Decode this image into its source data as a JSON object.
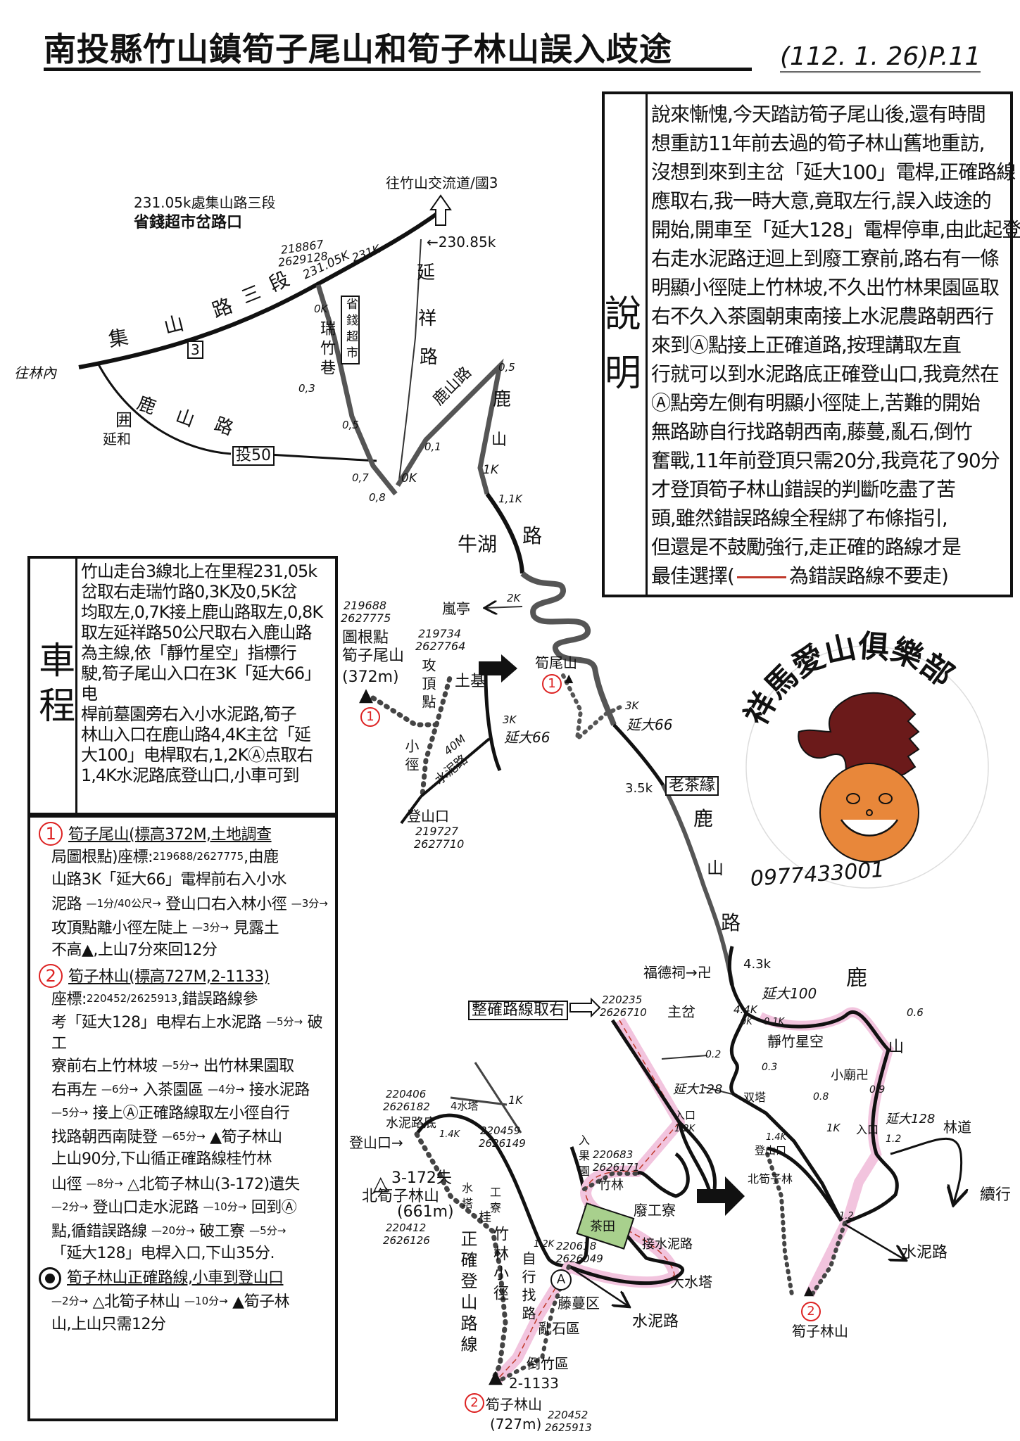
{
  "header": {
    "title": "南投縣竹山鎮筍子尾山和筍子林山誤入歧途",
    "date_page": "(112. 1. 26)P.11"
  },
  "explanation": {
    "label": "說明",
    "lines": [
      "說來慚愧,今天踏訪筍子尾山後,還有時間",
      "想重訪11年前去過的筍子林山舊地重訪,",
      "沒想到來到主岔「延大100」電桿,正確路線",
      "應取右,我一時大意,竟取左行,誤入歧途的",
      "開始,開車至「延大128」電桿停車,由此起登",
      "右走水泥路迂迴上到廢工寮前,路右有一條",
      "明顯小徑陡上竹林坡,不久出竹林果園區取",
      "右不久入茶園朝東南接上水泥農路朝西行",
      "來到Ⓐ點接上正確道路,按理講取左直",
      "行就可以到水泥路底正確登山口,我竟然在",
      "Ⓐ點旁左側有明顯小徑陡上,苦難的開始",
      "無路跡自行找路朝西南,藤蔓,亂石,倒竹",
      "奮戰,11年前登頂只需20分,我竟花了90分",
      "才登頂筍子林山錯誤的判斷吃盡了苦",
      "頭,雖然錯誤路線全程綁了布條指引,",
      "但還是不鼓勵強行,走正確的路線才是",
      "最佳選擇(",
      "為錯誤路線不要走)"
    ]
  },
  "driving": {
    "label": "車程",
    "lines": [
      "竹山走台3線北上在里程231,05k",
      "岔取右走瑞竹路0,3K及0,5K岔",
      "均取左,0,7K接上鹿山路取左,0,8K",
      "取左延祥路50公尺取右入鹿山路",
      "為主線,依「靜竹星空」指標行",
      "駛,筍子尾山入口在3K「延大66」电",
      "桿前墓園旁右入小水泥路,筍子",
      "林山入口在鹿山路4,4K主岔「延",
      "大100」电桿取右,1,2KⒶ点取右",
      "1,4K水泥路底登山口,小車可到"
    ]
  },
  "routes": {
    "peak1_num": "1",
    "peak1_lines": [
      "筍子尾山(標高372M,土地調查",
      "局圖根點)座標:219688/2627775,由鹿",
      "山路3K「延大66」電桿前右入小水",
      "泥路 —1分/40公尺→ 登山口右入林小徑 —3分→",
      "攻頂點離小徑左陡上 —3分→ 見露土",
      "不高▲,上山7分來回12分"
    ],
    "peak2_num": "2",
    "peak2_lines": [
      "筍子林山(標高727M,2-1133)",
      "座標:220452/2625913,錯誤路線參",
      "考「延大128」电桿右上水泥路 —5分→ 破工",
      "寮前右上竹林坡 —5分→ 出竹林果園取",
      "右再左 —6分→ 入茶園區 —4分→ 接水泥路",
      "—5分→ 接上Ⓐ正確路線取左小徑自行",
      "找路朝西南陡登 —65分→ ▲筍子林山",
      "上山90分,下山循正確路線桂竹林",
      "山徑 —8分→ △北筍子林山(3-172)遺失",
      "—2分→ 登山口走水泥路 —10分→ 回到Ⓐ",
      "點,循錯誤路線 —20分→ 破工寮 —5分→",
      "「延大128」电桿入口,下山35分."
    ],
    "correct_lines": [
      "筍子林山正確路線,小車到登山口",
      "—2分→ △北筍子林山 —10分→ ▲筍子林",
      "山,上山只需12分"
    ]
  },
  "map_top": {
    "junction_line1": "231.05k處集山路三段",
    "junction_line2": "省錢超市岔路口",
    "to_interchange": "往竹山交流道/國3",
    "km_230_85": "←230.85k",
    "coord_a": "218867",
    "coord_b": "2629128",
    "km_231": "231K",
    "km_231_05": "231.05K",
    "road_jishan": [
      "集",
      "山",
      "路",
      "三",
      "段"
    ],
    "route_shield": "3",
    "to_linnei": "往林內",
    "road_lushan": [
      "鹿",
      "山",
      "路"
    ],
    "school_icon": "囲",
    "yanhe": "延和",
    "tou50": "投50",
    "zero_k": "0K",
    "ruizhu_lane": "瑞竹巷",
    "shengqian_store": "省錢超市",
    "yanxiang_road": [
      "延",
      "祥",
      "路"
    ],
    "k0_3": "0,3",
    "k0_5": "0,5",
    "k0_7": "0,7",
    "k0_8": "0,8",
    "k0": "0K",
    "k0_1": "0,1",
    "lushan_branch": "鹿山路",
    "k0_5b": "0,5",
    "lu": "鹿",
    "shan": "山",
    "k1": "1K",
    "k1_1": "1,1K",
    "niuhu": "牛湖",
    "lu2": "路"
  },
  "map_mid": {
    "lanting": "嵐亭",
    "k2": "2K",
    "coord1a": "219688",
    "coord1b": "2627775",
    "benchmark": "圖根點",
    "peak1_name": "筍子尾山",
    "peak1_elev": "(372m)",
    "peak1_marker": "1",
    "coord2a": "219734",
    "coord2b": "2627764",
    "summit_point": "攻頂點",
    "tomb": "土基",
    "k3": "3K",
    "pole66": "延大66",
    "path_label": "小徑",
    "m40": "40M",
    "cement_road": "水泥路",
    "peak1_short": "筍尾山",
    "peak1_short_marker": "1",
    "k3b": "3K",
    "pole66b": "延大66",
    "k3_5": "3.5k",
    "laochayuan": "老茶緣",
    "road_lushan": [
      "鹿",
      "山",
      "路"
    ],
    "trailhead": "登山口",
    "coord3a": "219727",
    "coord3b": "2627710"
  },
  "map_right": {
    "temple": "福德祠→卍",
    "k4_3": "4.3k",
    "pole100": "延大100",
    "k4_4": "4.4K",
    "k0": "0K",
    "k0_1": "0.1K",
    "correct_route_note": "整確路線取右",
    "coord_a": "220235",
    "coord_b": "2626710",
    "main_fork": "主岔",
    "jingzhu": "靜竹星空",
    "lu": "鹿",
    "k0_6": "0.6",
    "shan": "山",
    "k0_2": "0.2",
    "k0_3": "0.3",
    "small_temple": "小廟卍",
    "k0_9": "0.9",
    "twin_towers": "双塔",
    "k0_8": "0.8",
    "k1": "1K",
    "entrance": "入口",
    "pole128": "延大128",
    "k1_2": "1.2",
    "forest_road": "林道",
    "continue": "續行",
    "k1_4": "1.4K",
    "trailhead": "登山口",
    "north_peak": "北筍子林",
    "k1_2b": "1.2",
    "cement_road": "水泥路",
    "peak2": "筍子林山",
    "peak2_marker": "2"
  },
  "map_lower": {
    "coord_a1": "220406",
    "coord_a2": "2626182",
    "road_end": "水泥路底",
    "water_towers": "4水塔",
    "trailhead": "登山口→",
    "k1_4": "1.4K",
    "k1": "1K",
    "coord_b1": "220459",
    "coord_b2": "2626149",
    "lost_marker": "3-172失",
    "north_peak": "北筍子林山",
    "north_elev": "(661m)",
    "coord_c1": "220412",
    "coord_c2": "2626126",
    "water_tower": "水塔",
    "hut": "工寮",
    "gui": "桂",
    "correct_trail": "正確登山路線",
    "bamboo_path": "竹林小徑",
    "own_route": "自行找路",
    "coord_d1": "220618",
    "coord_d2": "2626049",
    "point_a": "A",
    "k1_2": "1.2K",
    "vine_zone": "藤蔓区",
    "rock_zone": "亂石區",
    "fallen_bamboo": "倒竹區",
    "benchmark_2": "2-1133",
    "peak2_name": "筍子林山",
    "peak2_elev": "(727m)",
    "coord_e1": "220452",
    "coord_e2": "2625913",
    "peak2_marker": "2",
    "cement_road": "水泥路",
    "big_tower": "大水塔",
    "join_cement": "接水泥路",
    "tea_field": "茶田",
    "abandoned_hut": "廢工寮",
    "bamboo": "竹林",
    "coord_f1": "220683",
    "coord_f2": "2626171",
    "to_orchard": "入果園",
    "pole128": "延大128",
    "entrance": "入口",
    "k1_2b": "1.2K"
  },
  "logo": {
    "club_name": "祥馬愛山俱樂部",
    "phone": "0977433001"
  },
  "colors": {
    "wrong_route": "#f2c4de",
    "wrong_dash": "#c0392b",
    "tea_field": "#a8d08d",
    "horse": "#6b1a1a",
    "face": "#e8873a"
  }
}
